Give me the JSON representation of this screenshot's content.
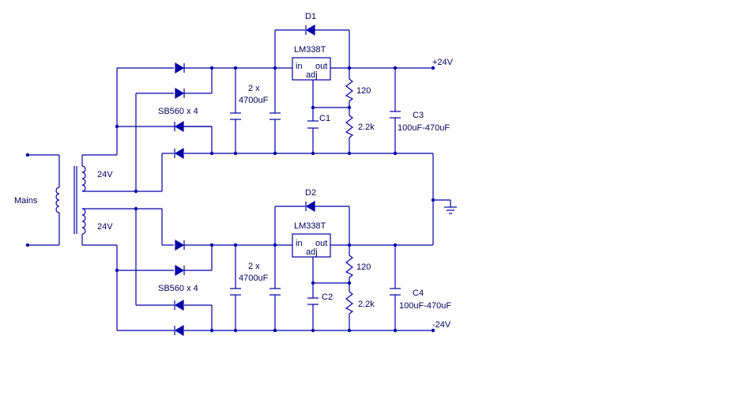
{
  "colors": {
    "wire": "#0000aa",
    "text": "#000060",
    "background": "#ffffff"
  },
  "labels": {
    "mains": "Mains",
    "transformer_upper": "24V",
    "transformer_lower": "24V",
    "rectifier_upper": "SB560 x 4",
    "rectifier_lower": "SB560 x 4",
    "filter_upper_a": "2 x",
    "filter_upper_b": "4700uF",
    "filter_lower_a": "2 x",
    "filter_lower_b": "4700uF",
    "d1": "D1",
    "d2": "D2",
    "reg_upper_name": "LM338T",
    "reg_lower_name": "LM338T",
    "reg_in": "in",
    "reg_out": "out",
    "reg_adj": "adj",
    "r_upper_top": "120",
    "r_upper_bottom": "2.2k",
    "r_lower_top": "120",
    "r_lower_bottom": "2.2k",
    "c1": "C1",
    "c2": "C2",
    "c3": "C3",
    "c4": "C4",
    "c3_value": "100uF-470uF",
    "c4_value": "100uF-470uF",
    "out_pos": "+24V",
    "out_neg": "-24V"
  },
  "icons": {
    "transformer": "transformer-icon",
    "diode": "diode-icon",
    "capacitor": "capacitor-icon",
    "resistor": "resistor-icon",
    "ground": "ground-icon"
  }
}
